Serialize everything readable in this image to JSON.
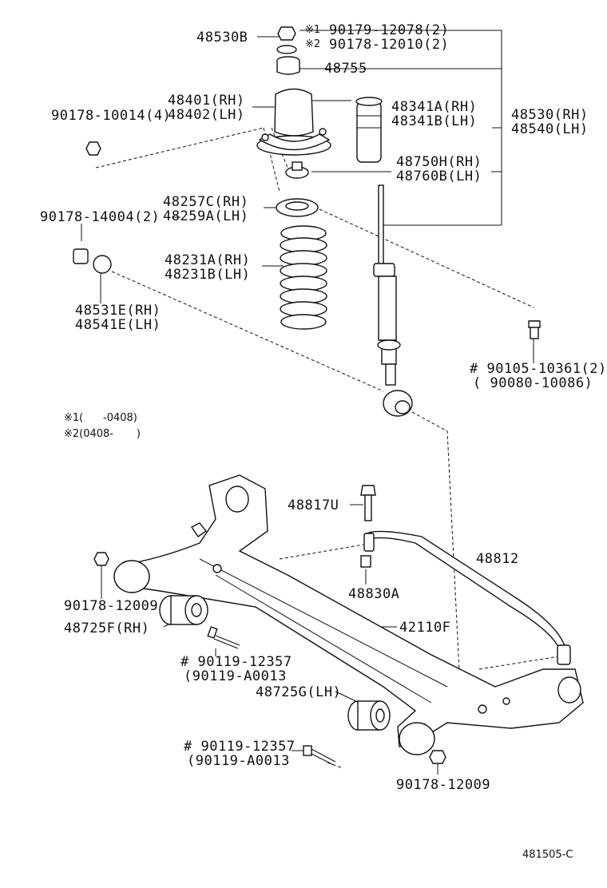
{
  "labels": {
    "p48530B": "48530B",
    "note1_mark": "※1",
    "note1_pn": "90179-12078(2)",
    "note2_mark": "※2",
    "note2_pn": "90178-12010(2)",
    "p48755": "48755",
    "p48401": "48401(RH)",
    "p48402": "48402(LH)",
    "p90178_10014": "90178-10014(4)",
    "p48341A": "48341A(RH)",
    "p48341B": "48341B(LH)",
    "p48530RH": "48530(RH)",
    "p48540LH": "48540(LH)",
    "p48750H": "48750H(RH)",
    "p48760B": "48760B(LH)",
    "p48257C": "48257C(RH)",
    "p48259A": "48259A(LH)",
    "p90178_14004": "90178-14004(2)",
    "p48231A": "48231A(RH)",
    "p48231B": "48231B(LH)",
    "p48531E": "48531E(RH)",
    "p48541E": "48541E(LH)",
    "p90105": "# 90105-10361(2)",
    "p90080": "( 90080-10086)",
    "legend1": "※1(      -0408)",
    "legend2": "※2(0408-       )",
    "p48817U": "48817U",
    "p48812": "48812",
    "p48830A": "48830A",
    "p90178_12009a": "90178-12009",
    "p48725F": "48725F(RH)",
    "p42110F": "42110F",
    "p90119a": "# 90119-12357",
    "p90119A001a": "(90119-A0013",
    "p48725G": "48725G(LH)",
    "p90119b": "# 90119-12357",
    "p90119A001b": "(90119-A0013",
    "p90178_12009b": "90178-12009",
    "diagram_id": "481505-C"
  }
}
